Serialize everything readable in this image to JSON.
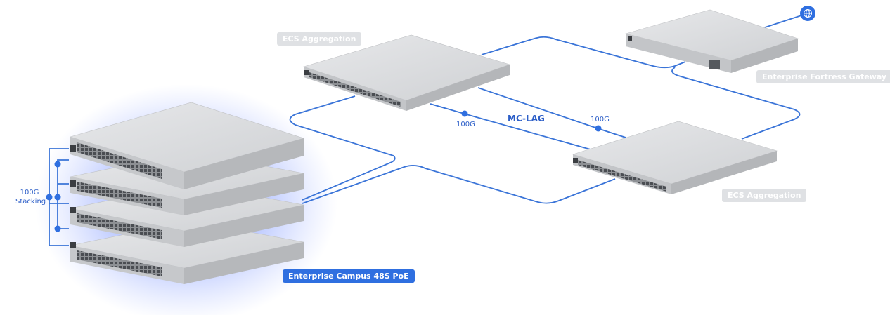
{
  "labels": {
    "ecs_top": "ECS Aggregation",
    "ecs_bottom": "ECS Aggregation",
    "gateway": "Enterprise Fortress Gateway",
    "campus": "Enterprise Campus 48S PoE",
    "mclag": "MC-LAG",
    "link_left": "100G",
    "link_right": "100G",
    "stacking_line1": "100G",
    "stacking_line2": "Stacking"
  },
  "icons": {
    "globe": "globe-icon",
    "link_node": "link-node-icon"
  },
  "colors": {
    "link_blue": "#3a74d8",
    "label_gray": "#dfe1e4",
    "label_blue": "#2f6fe0",
    "device_top": "#d8dadd",
    "device_front": "#c3c5c8",
    "glow": "#4d7cff"
  }
}
